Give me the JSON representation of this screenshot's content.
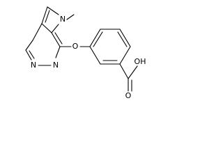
{
  "molecule": {
    "atoms": {
      "methyl_n": "N",
      "ether_o": "O",
      "pyrimidine_n3": "N",
      "pyrimidine_n1": "N",
      "hydroxyl": "OH",
      "carbonyl_o": "O"
    }
  }
}
